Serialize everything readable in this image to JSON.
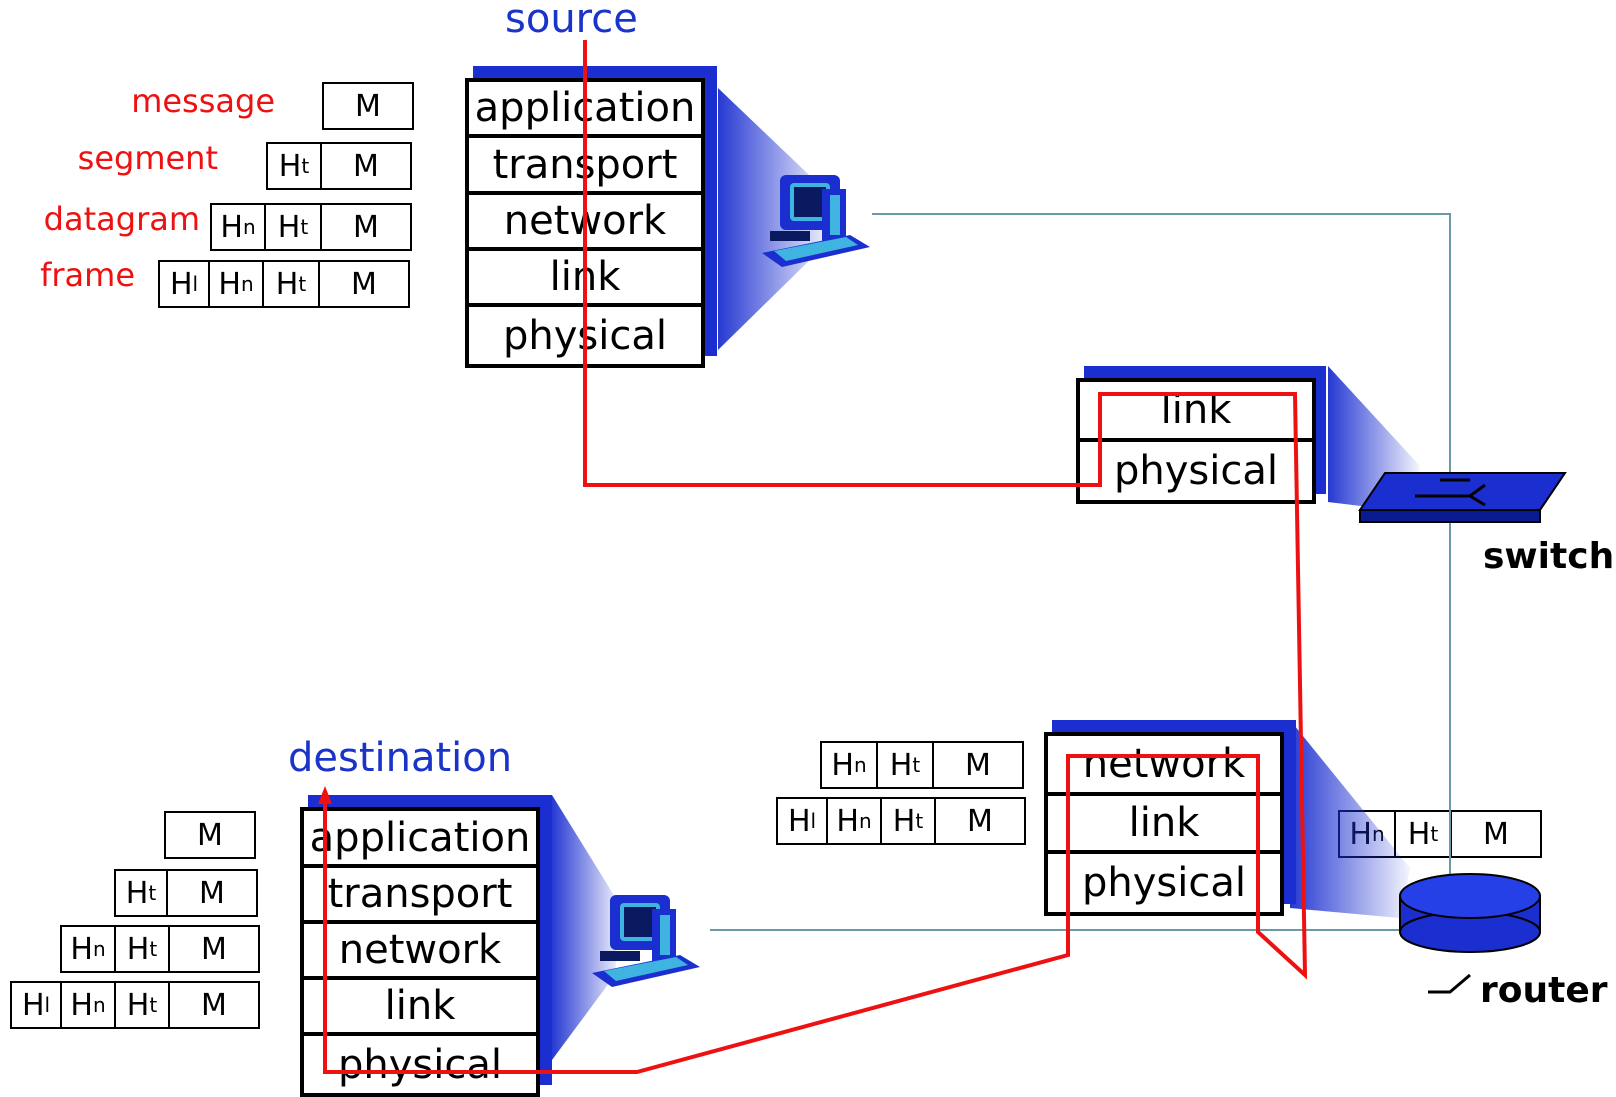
{
  "titles": {
    "source": "source",
    "destination": "destination"
  },
  "encap_labels": {
    "message": "message",
    "segment": "segment",
    "datagram": "datagram",
    "frame": "frame"
  },
  "source_stack": [
    "application",
    "transport",
    "network",
    "link",
    "physical"
  ],
  "switch_stack": [
    "link",
    "physical"
  ],
  "router_stack": [
    "network",
    "link",
    "physical"
  ],
  "dest_stack": [
    "application",
    "transport",
    "network",
    "link",
    "physical"
  ],
  "headers": {
    "M": "M",
    "Ht": "H",
    "Ht_sub": "t",
    "Hn": "H",
    "Hn_sub": "n",
    "Hl": "H",
    "Hl_sub": "l"
  },
  "device_labels": {
    "switch": "switch",
    "router": "router"
  },
  "icons": {
    "host": "computer-icon",
    "switch": "switch-icon",
    "router": "router-icon"
  },
  "colors": {
    "path": "#ee1111",
    "stack_shadow": "#1b2fd0",
    "title": "#1a33c8",
    "link_line": "#6a9aa8"
  }
}
